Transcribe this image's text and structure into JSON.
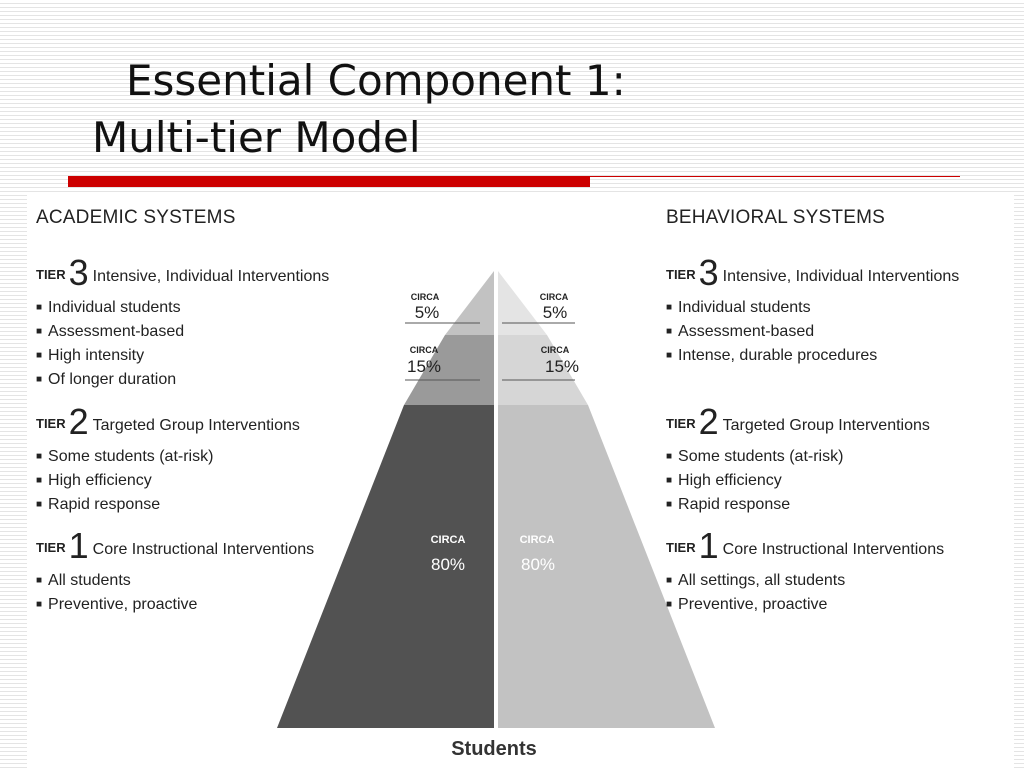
{
  "slide": {
    "title_line1": "Essential Component 1:",
    "title_line2": "Multi-tier Model"
  },
  "colors": {
    "accent_rule": "#cc0000",
    "academic_dark": "#525252",
    "academic_mid": "#9a9a9a",
    "academic_top": "#c2c2c2",
    "behavioral_light": "#c2c2c2",
    "behavioral_mid": "#d6d6d6",
    "behavioral_top": "#e4e4e4"
  },
  "academic": {
    "heading": "ACADEMIC SYSTEMS",
    "tiers": [
      {
        "word": "TIER",
        "num": "3",
        "title": "Intensive, Individual Interventions",
        "bullets": [
          "Individual students",
          "Assessment-based",
          "High intensity",
          "Of longer duration"
        ]
      },
      {
        "word": "TIER",
        "num": "2",
        "title": "Targeted Group Interventions",
        "bullets": [
          "Some students (at-risk)",
          "High efficiency",
          "Rapid response"
        ]
      },
      {
        "word": "TIER",
        "num": "1",
        "title": "Core Instructional Interventions",
        "bullets": [
          "All students",
          "Preventive, proactive"
        ]
      }
    ]
  },
  "behavioral": {
    "heading": "BEHAVIORAL SYSTEMS",
    "tiers": [
      {
        "word": "TIER",
        "num": "3",
        "title": "Intensive, Individual Interventions",
        "bullets": [
          "Individual students",
          "Assessment-based",
          "Intense, durable procedures"
        ]
      },
      {
        "word": "TIER",
        "num": "2",
        "title": "Targeted Group Interventions",
        "bullets": [
          "Some students (at-risk)",
          "High efficiency",
          "Rapid response"
        ]
      },
      {
        "word": "TIER",
        "num": "1",
        "title": "Core Instructional Interventions",
        "bullets": [
          "All settings, all students",
          "Preventive, proactive"
        ]
      }
    ]
  },
  "pyramid": {
    "circa_label": "CIRCA",
    "tiers": [
      {
        "name": "tier-3",
        "percent": "5%"
      },
      {
        "name": "tier-2",
        "percent": "15%"
      },
      {
        "name": "tier-1",
        "percent": "80%"
      }
    ],
    "base_label": "Students"
  }
}
